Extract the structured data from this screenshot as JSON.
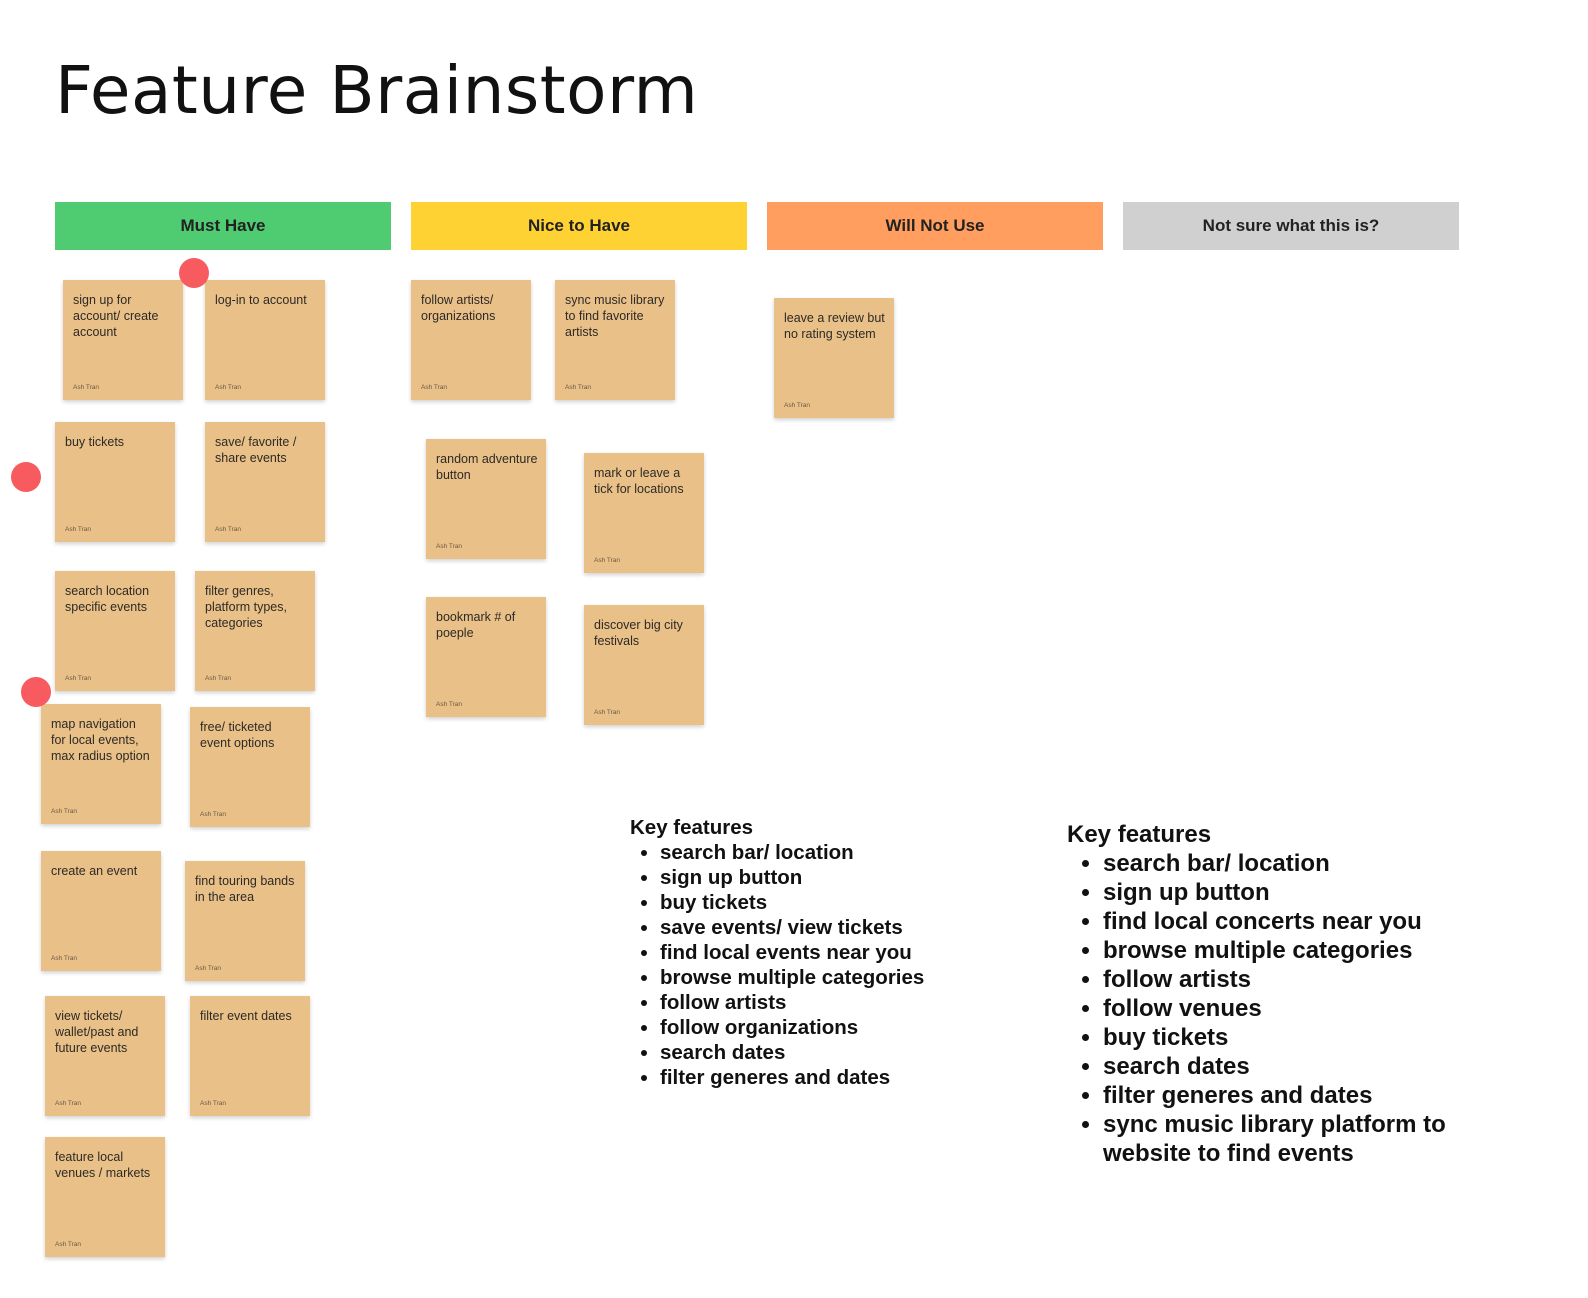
{
  "title": "Feature Brainstorm",
  "columns": [
    {
      "label": "Must Have",
      "color": "#4fcb71"
    },
    {
      "label": "Nice to Have",
      "color": "#fed232"
    },
    {
      "label": "Will Not Use",
      "color": "#ff9e5e"
    },
    {
      "label": "Not sure what this is?",
      "color": "#d0d0d0"
    }
  ],
  "notes": [
    {
      "text": "sign up for account/ create account",
      "author": "Ash Tran"
    },
    {
      "text": "log-in to account",
      "author": "Ash Tran"
    },
    {
      "text": "buy tickets",
      "author": "Ash Tran"
    },
    {
      "text": "save/ favorite / share events",
      "author": "Ash Tran"
    },
    {
      "text": "search location specific events",
      "author": "Ash Tran"
    },
    {
      "text": "filter genres, platform types, categories",
      "author": "Ash Tran"
    },
    {
      "text": "map navigation for local events, max radius option",
      "author": "Ash Tran"
    },
    {
      "text": "free/ ticketed event options",
      "author": "Ash Tran"
    },
    {
      "text": "create an event",
      "author": "Ash Tran"
    },
    {
      "text": "find touring bands in the area",
      "author": "Ash Tran"
    },
    {
      "text": "view tickets/ wallet/past and future events",
      "author": "Ash Tran"
    },
    {
      "text": "filter event dates",
      "author": "Ash Tran"
    },
    {
      "text": "feature local venues / markets",
      "author": "Ash Tran"
    },
    {
      "text": "follow artists/ organizations",
      "author": "Ash Tran"
    },
    {
      "text": "sync music library to find favorite artists",
      "author": "Ash Tran"
    },
    {
      "text": "random adventure button",
      "author": "Ash Tran"
    },
    {
      "text": "mark or leave a tick for locations",
      "author": "Ash Tran"
    },
    {
      "text": "bookmark # of poeple",
      "author": "Ash Tran"
    },
    {
      "text": "discover big city festivals",
      "author": "Ash Tran"
    },
    {
      "text": "leave a review but no rating system",
      "author": "Ash Tran"
    }
  ],
  "key_features_1": {
    "heading": "Key features",
    "items": [
      "search bar/ location",
      "sign up button",
      "buy tickets",
      "save events/ view tickets",
      "find local events near you",
      "browse multiple categories",
      "follow artists",
      "follow organizations",
      "search dates",
      "filter generes and dates"
    ]
  },
  "key_features_2": {
    "heading": "Key features",
    "items": [
      "search bar/ location",
      "sign up button",
      "find local concerts near you",
      "browse multiple categories",
      "follow artists",
      "follow venues",
      "buy tickets",
      "search dates",
      "filter generes and dates",
      "sync music library platform to website to find events"
    ]
  }
}
